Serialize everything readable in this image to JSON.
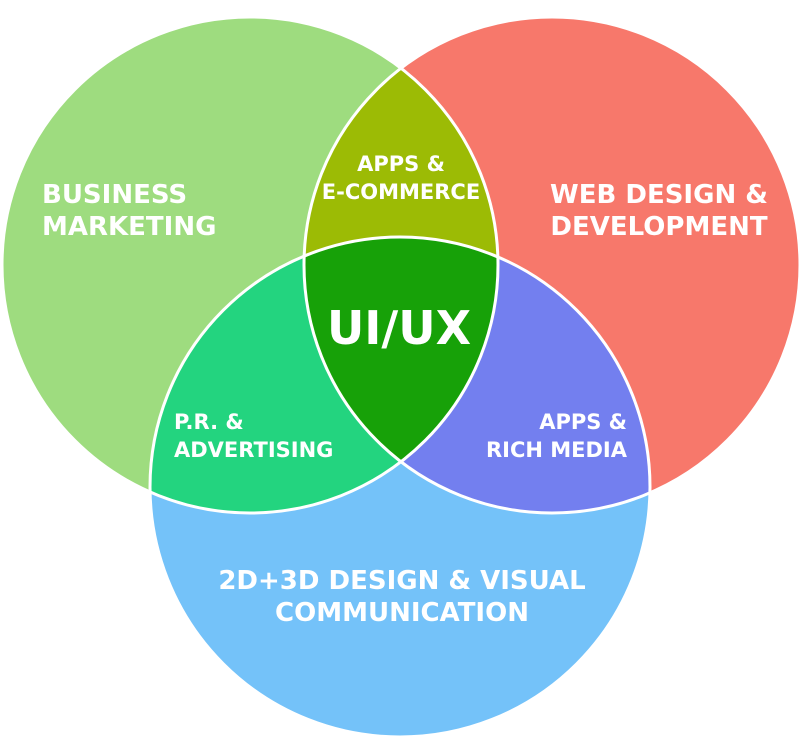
{
  "diagram": {
    "type": "venn-3",
    "colors": {
      "business": "#9edc7f",
      "web": "#f7786b",
      "visual": "#74c2f9",
      "business_web": "#9cbb05",
      "business_visual": "#23d47f",
      "web_visual": "#737fef",
      "center": "#17a108"
    },
    "sets": {
      "business": {
        "line1": "BUSINESS",
        "line2": "MARKETING"
      },
      "web": {
        "line1": "WEB DESIGN &",
        "line2": "DEVELOPMENT"
      },
      "visual": {
        "line1": "2D+3D DESIGN & VISUAL",
        "line2": "COMMUNICATION"
      }
    },
    "intersections": {
      "business_web": {
        "line1": "APPS &",
        "line2": "E-COMMERCE"
      },
      "business_visual": {
        "line1": "P.R. &",
        "line2": "ADVERTISING"
      },
      "web_visual": {
        "line1": "APPS &",
        "line2": "RICH MEDIA"
      },
      "center": {
        "label": "UI/UX"
      }
    }
  }
}
